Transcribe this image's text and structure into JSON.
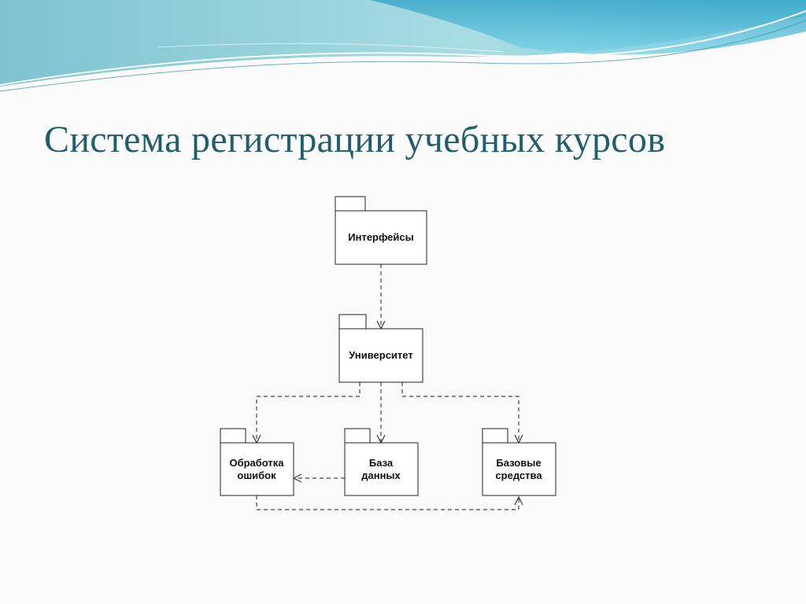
{
  "slide": {
    "title": "Система регистрации учебных курсов"
  },
  "diagram": {
    "packages": [
      {
        "id": "interfaces",
        "lines": [
          "Интерфейсы"
        ]
      },
      {
        "id": "university",
        "lines": [
          "Университет"
        ]
      },
      {
        "id": "error-handling",
        "lines": [
          "Обработка",
          "ошибок"
        ]
      },
      {
        "id": "database",
        "lines": [
          "База",
          "данных"
        ]
      },
      {
        "id": "base-tools",
        "lines": [
          "Базовые",
          "средства"
        ]
      }
    ],
    "dependencies": [
      {
        "from": "interfaces",
        "to": "university"
      },
      {
        "from": "university",
        "to": "error-handling"
      },
      {
        "from": "university",
        "to": "database"
      },
      {
        "from": "university",
        "to": "base-tools"
      },
      {
        "from": "database",
        "to": "error-handling"
      },
      {
        "from": "error-handling",
        "to": "base-tools"
      }
    ]
  }
}
